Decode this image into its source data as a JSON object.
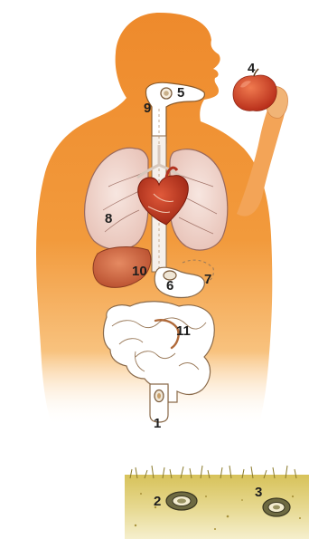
{
  "diagram": {
    "labels": {
      "l1": "1",
      "l2": "2",
      "l3": "3",
      "l4": "4",
      "l5": "5",
      "l6": "6",
      "l7": "7",
      "l8": "8",
      "l9": "9",
      "l10": "10",
      "l11": "11"
    }
  },
  "colors": {
    "skin_dark": "#ee8a2c",
    "skin_light": "#fbd9a6",
    "lung": "#f3dcd6",
    "heart": "#c63a22",
    "liver": "#d26c45",
    "apple": "#d8452a",
    "soil": "#c9b24a"
  }
}
